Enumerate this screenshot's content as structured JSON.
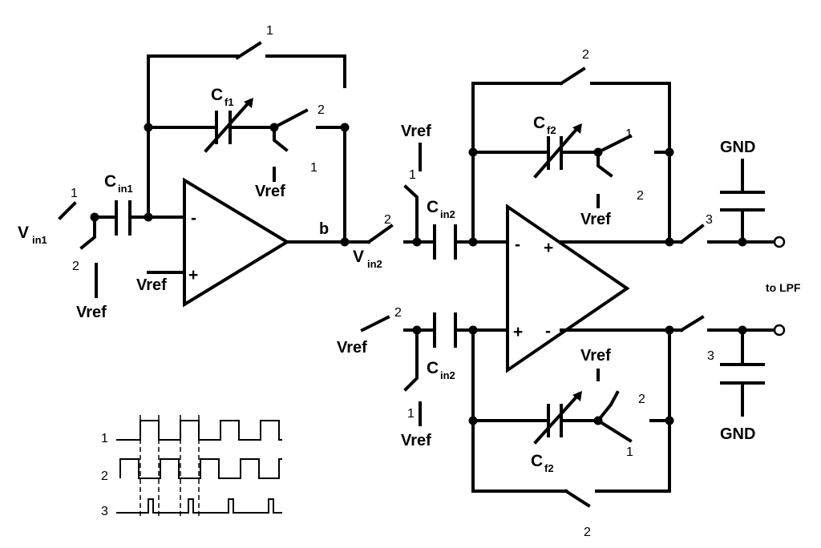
{
  "diagram": {
    "phase_glyph": "",
    "sub_1": "1",
    "sub_2": "2",
    "sub_3": "3",
    "vref": "Vref",
    "gnd": "GND",
    "to_lpf": "to LPF",
    "node_b": "b",
    "opamp_minus": "-",
    "opamp_plus": "+",
    "c_letter": "C",
    "v_letter": "V",
    "sub_in1": "in1",
    "sub_in2": "in2",
    "sub_f1": "f1",
    "sub_f2": "f2"
  }
}
